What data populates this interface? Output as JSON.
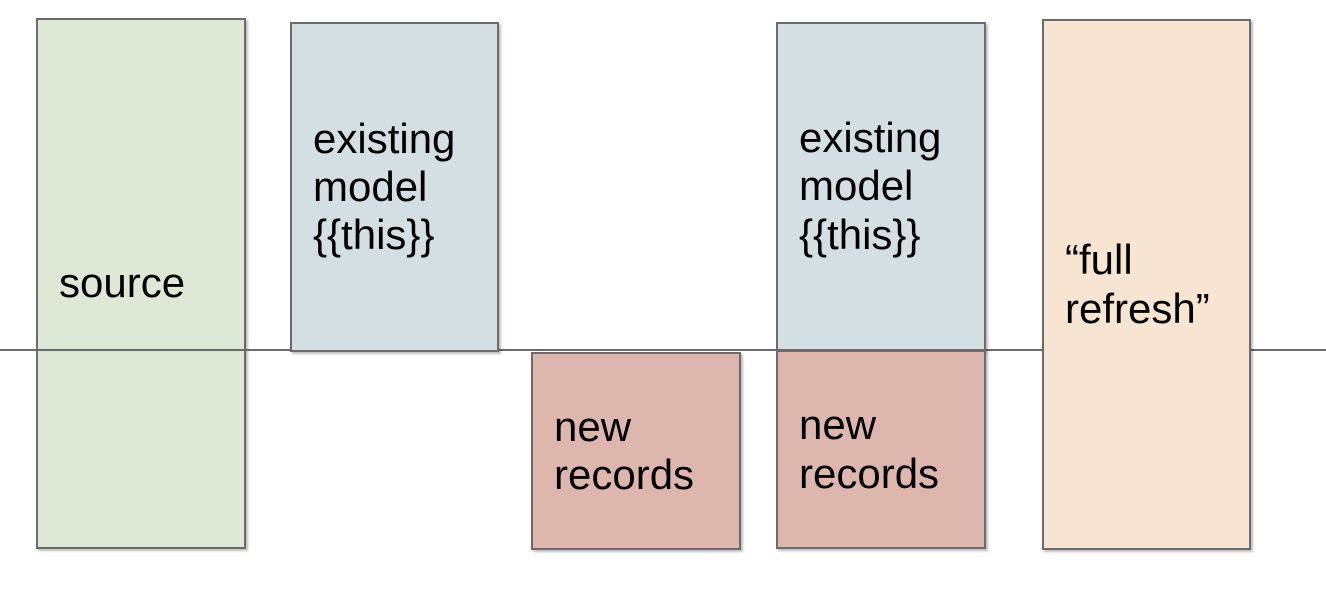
{
  "canvas": {
    "background": "#ffffff"
  },
  "diagram": {
    "line": {
      "name": "timeline-baseline",
      "color": "#6b6b6b"
    },
    "border_color": "#6b6b6b",
    "text_color": "#000000",
    "boxes": [
      {
        "id": "source",
        "label": "source",
        "fill": "#dde9d5",
        "position": "spans line"
      },
      {
        "id": "existing-model-1",
        "label": "existing model {{this}}",
        "fill": "#d3dfe3",
        "position": "above line"
      },
      {
        "id": "new-records-1",
        "label": "new records",
        "fill": "#ddb7ae",
        "position": "below line"
      },
      {
        "id": "existing-model-2",
        "label": "existing model {{this}}",
        "fill": "#d3dfe3",
        "position": "above line"
      },
      {
        "id": "new-records-2",
        "label": "new records",
        "fill": "#ddb7ae",
        "position": "below line"
      },
      {
        "id": "full-refresh",
        "label": "“full refresh”",
        "fill": "#f8e5d1",
        "position": "spans line"
      }
    ]
  }
}
